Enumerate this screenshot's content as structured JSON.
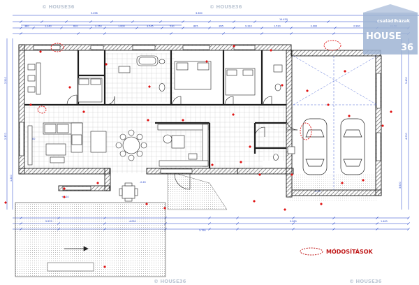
{
  "legend": {
    "label": "MÓDOSÍTÁSOK"
  },
  "watermark": {
    "text": "© HOUSE36"
  },
  "brand": {
    "top": "családiházak",
    "big": "HOUSE",
    "num": "36"
  },
  "dimensions": {
    "top_outer": [
      "5.498",
      "3.300",
      "14.450"
    ],
    "top_inner": [
      "380",
      "1.240",
      "610",
      "2.150",
      "1.000",
      "3.545",
      "530",
      "895",
      "895",
      "9.310",
      "1.510",
      "3.000",
      "2.990",
      "3.150"
    ],
    "bottom_outer": [
      "3.795"
    ],
    "bottom_inner": [
      "5.570",
      "4.050",
      "9.060",
      "1.400"
    ],
    "left": [
      "2.370",
      "2.510",
      "1.240"
    ],
    "right": [
      "5.400",
      "4.000",
      "3.600"
    ],
    "levels": [
      "±0.00",
      "+0.24",
      "-0.45",
      "-0.43"
    ]
  },
  "colors": {
    "wall": "#1c1c1c",
    "dimension": "#1a3cc8",
    "marker": "#e01212",
    "hatch": "#8a8a8a",
    "watermark": "#a9b6c8"
  }
}
